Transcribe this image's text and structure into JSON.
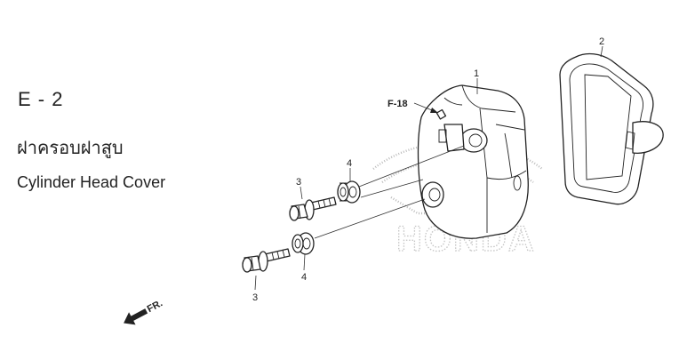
{
  "section_code": "E - 2",
  "title_thai": "ฝาครอบฝาสูบ",
  "title_en": "Cylinder Head Cover",
  "reference_label": "F-18",
  "front_label": "FR.",
  "watermark": "HONDA",
  "callouts": {
    "part1": "1",
    "part2": "2",
    "part3_upper": "3",
    "part3_lower": "3",
    "part4_upper": "4",
    "part4_lower": "4"
  }
}
